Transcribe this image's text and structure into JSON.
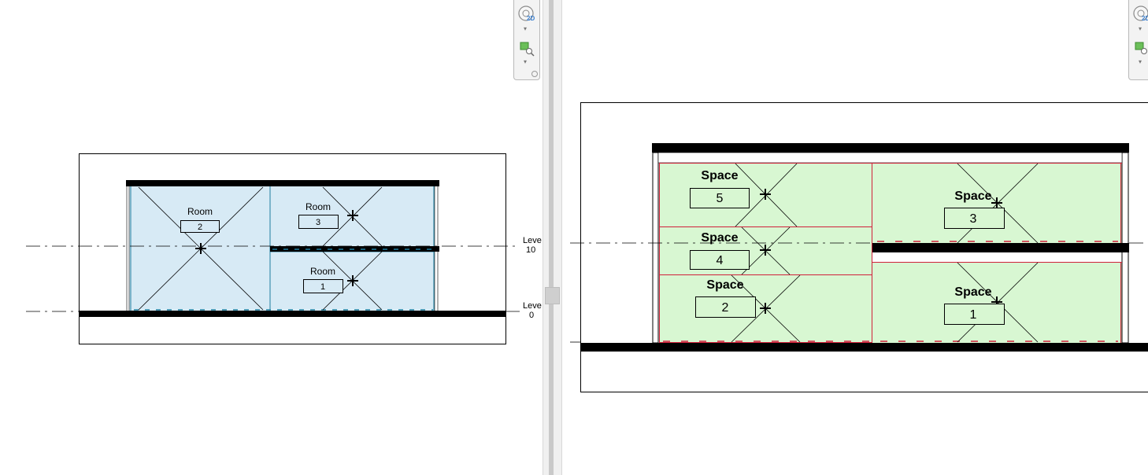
{
  "left_view": {
    "rooms": [
      {
        "label": "Room",
        "number": "2"
      },
      {
        "label": "Room",
        "number": "3"
      },
      {
        "label": "Room",
        "number": "1"
      }
    ],
    "levels": [
      {
        "name": "Leve",
        "elev": "10"
      },
      {
        "name": "Leve",
        "elev": "0"
      }
    ],
    "fill_color": "#d7eaf5",
    "boundary_color": "#1f7fa0"
  },
  "right_view": {
    "spaces": [
      {
        "label": "Space",
        "number": "5"
      },
      {
        "label": "Space",
        "number": "4"
      },
      {
        "label": "Space",
        "number": "2"
      },
      {
        "label": "Space",
        "number": "3"
      },
      {
        "label": "Space",
        "number": "1"
      }
    ],
    "fill_color": "#d8f7d2",
    "boundary_color": "#d0203a"
  },
  "navigation_bar": {
    "steering_wheel_icon": "steering-wheel-2d-icon",
    "steering_wheel_text": "2D",
    "zoom_icon": "zoom-region-icon",
    "dropdown_glyph": "▾"
  }
}
